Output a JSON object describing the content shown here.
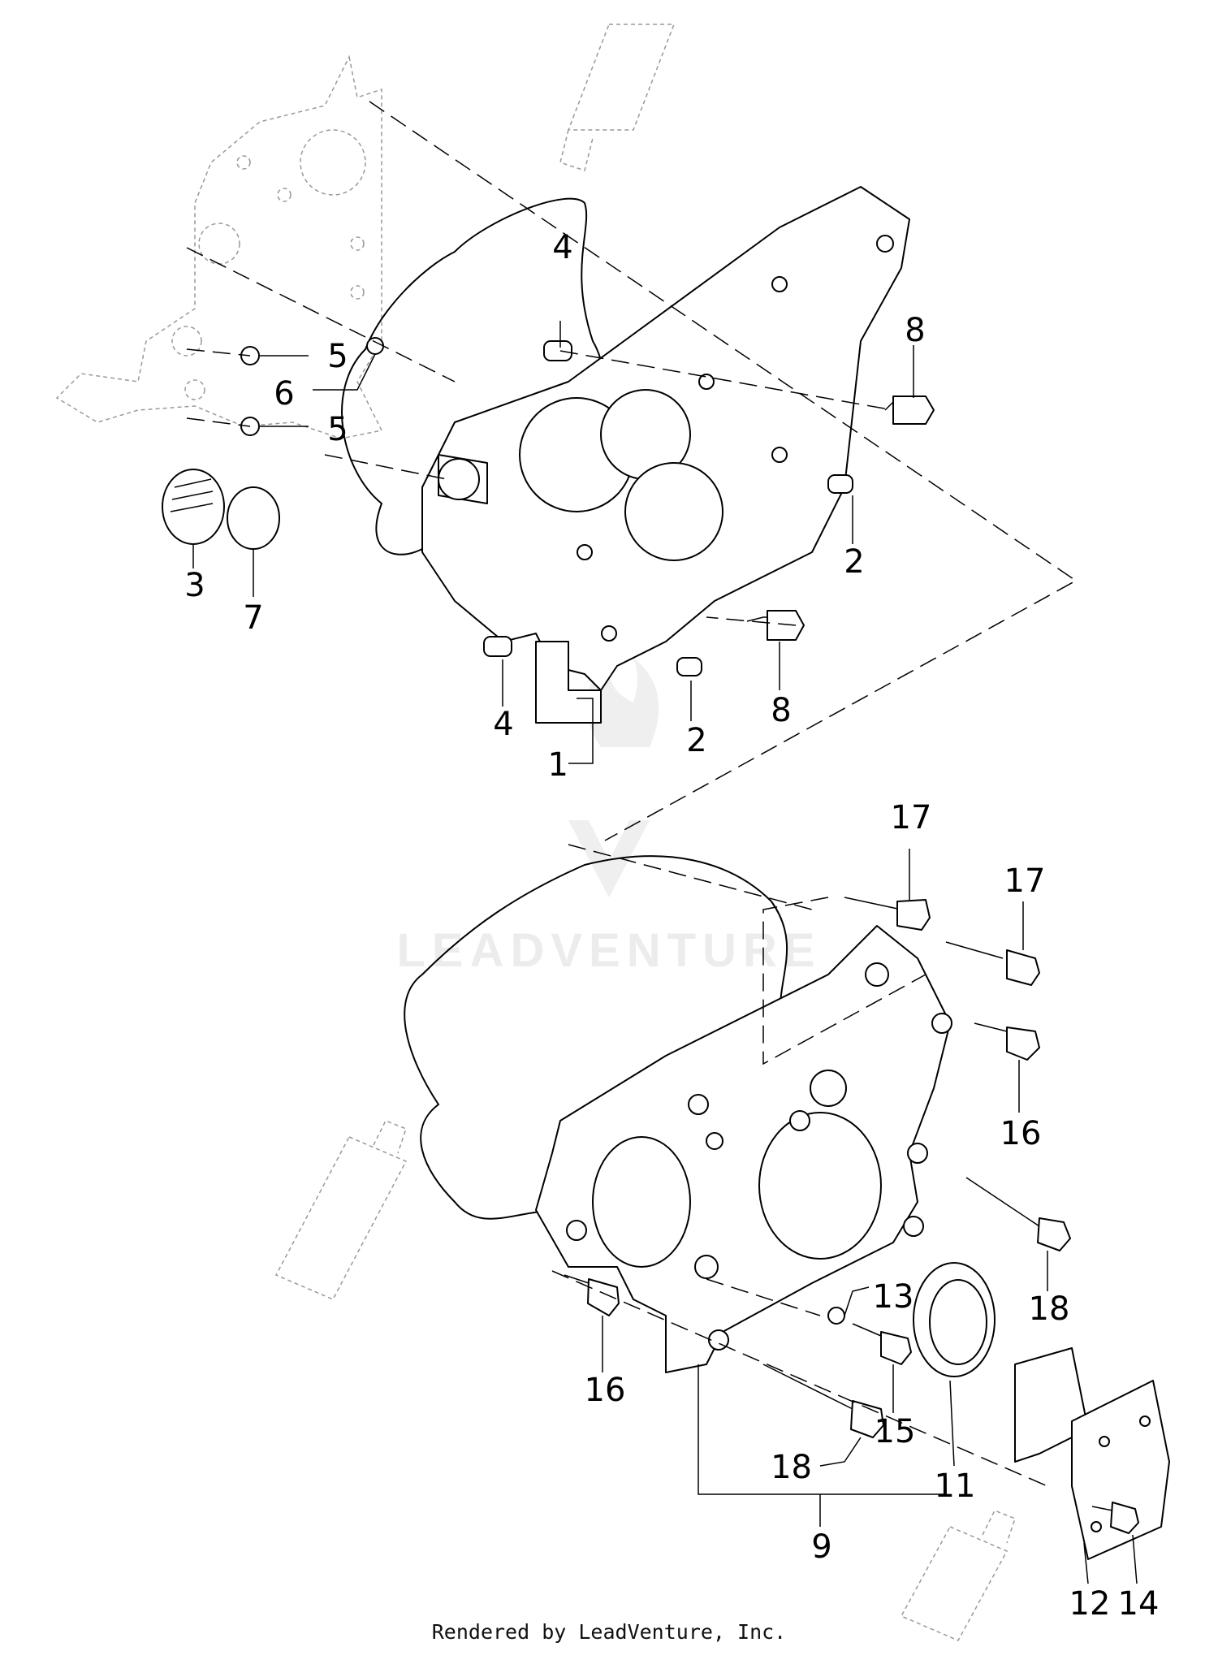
{
  "callouts": [
    {
      "id": "c1",
      "label": "1"
    },
    {
      "id": "c2a",
      "label": "2"
    },
    {
      "id": "c2b",
      "label": "2"
    },
    {
      "id": "c3",
      "label": "3"
    },
    {
      "id": "c4a",
      "label": "4"
    },
    {
      "id": "c4b",
      "label": "4"
    },
    {
      "id": "c5a",
      "label": "5"
    },
    {
      "id": "c5b",
      "label": "5"
    },
    {
      "id": "c6",
      "label": "6"
    },
    {
      "id": "c7",
      "label": "7"
    },
    {
      "id": "c8a",
      "label": "8"
    },
    {
      "id": "c8b",
      "label": "8"
    },
    {
      "id": "c9",
      "label": "9"
    },
    {
      "id": "c11",
      "label": "11"
    },
    {
      "id": "c12",
      "label": "12"
    },
    {
      "id": "c13",
      "label": "13"
    },
    {
      "id": "c14",
      "label": "14"
    },
    {
      "id": "c15",
      "label": "15"
    },
    {
      "id": "c16a",
      "label": "16"
    },
    {
      "id": "c16b",
      "label": "16"
    },
    {
      "id": "c17a",
      "label": "17"
    },
    {
      "id": "c17b",
      "label": "17"
    },
    {
      "id": "c18a",
      "label": "18"
    },
    {
      "id": "c18b",
      "label": "18"
    }
  ],
  "watermark": "LEADVENTURE",
  "footer": "Rendered by LeadVenture, Inc."
}
